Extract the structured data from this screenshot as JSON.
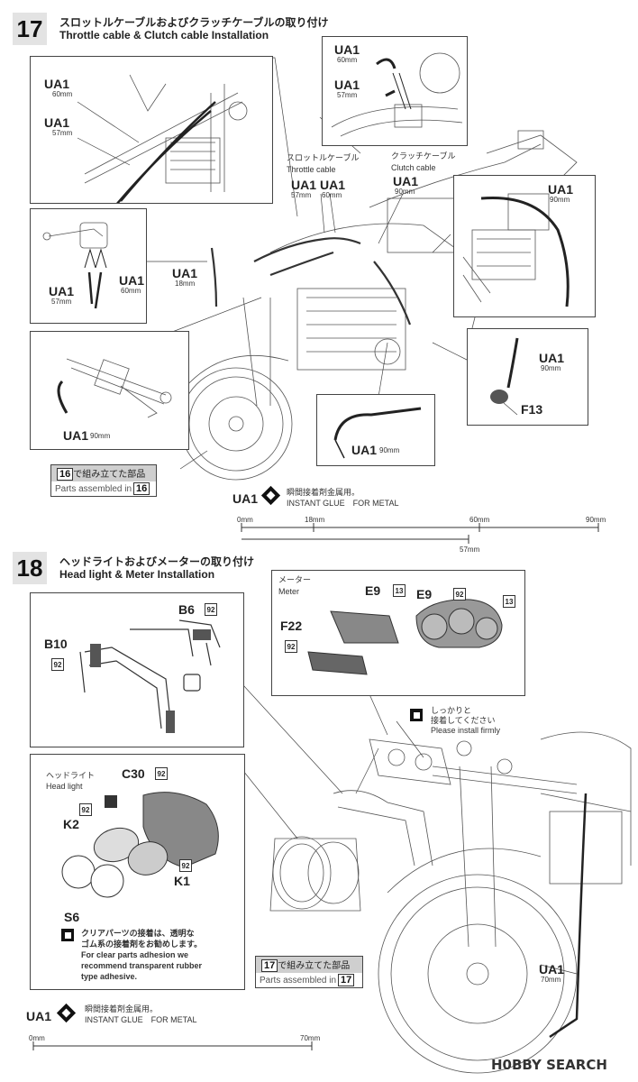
{
  "step17": {
    "number": "17",
    "title_jp": "スロットルケーブルおよびクラッチケーブルの取り付け",
    "title_en": "Throttle cable & Clutch cable Installation",
    "callout_throttle_jp": "スロットルケーブル",
    "callout_throttle_en": "Throttle cable",
    "callout_clutch_jp": "クラッチケーブル",
    "callout_clutch_en": "Clutch cable",
    "part": "UA1",
    "len57": "57mm",
    "len60": "60mm",
    "len90": "90mm",
    "len18": "18mm",
    "part_f13": "F13",
    "assembled_jp": "で組み立てた部品",
    "assembled_en": "Parts assembled in",
    "assembled_ref": "16",
    "glue_part": "UA1",
    "glue_jp": "瞬間接着剤金属用。",
    "glue_en": "INSTANT GLUE　FOR METAL",
    "scale": {
      "t0": "0mm",
      "t18": "18mm",
      "t60": "60mm",
      "t90": "90mm",
      "t57": "57mm"
    }
  },
  "step18": {
    "number": "18",
    "title_jp": "ヘッドライトおよびメーターの取り付け",
    "title_en": "Head light & Meter Installation",
    "b6": "B6",
    "b10": "B10",
    "n92": "92",
    "n13": "13",
    "meter_jp": "メーター",
    "meter_en": "Meter",
    "e9": "E9",
    "f22": "F22",
    "headlight_jp": "ヘッドライト",
    "headlight_en": "Head light",
    "c30": "C30",
    "k1": "K1",
    "k2": "K2",
    "s6": "S6",
    "firm_jp1": "しっかりと",
    "firm_jp2": "接着してください",
    "firm_en": "Please install firmly",
    "clear_jp1": "クリアパーツの接着は、透明な",
    "clear_jp2": "ゴム系の接着剤をお勧めします。",
    "clear_en1": "For clear parts adhesion we",
    "clear_en2": "recommend transparent rubber",
    "clear_en3": "type adhesive.",
    "assembled_jp": "で組み立てた部品",
    "assembled_en": "Parts assembled in",
    "assembled_ref": "17",
    "ua1": "UA1",
    "len70": "70mm",
    "glue_part": "UA1",
    "glue_jp": "瞬間接着剤金属用。",
    "glue_en": "INSTANT GLUE　FOR METAL",
    "scale": {
      "t0": "0mm",
      "t70": "70mm"
    }
  },
  "watermark": "H0BBY SEARCH"
}
